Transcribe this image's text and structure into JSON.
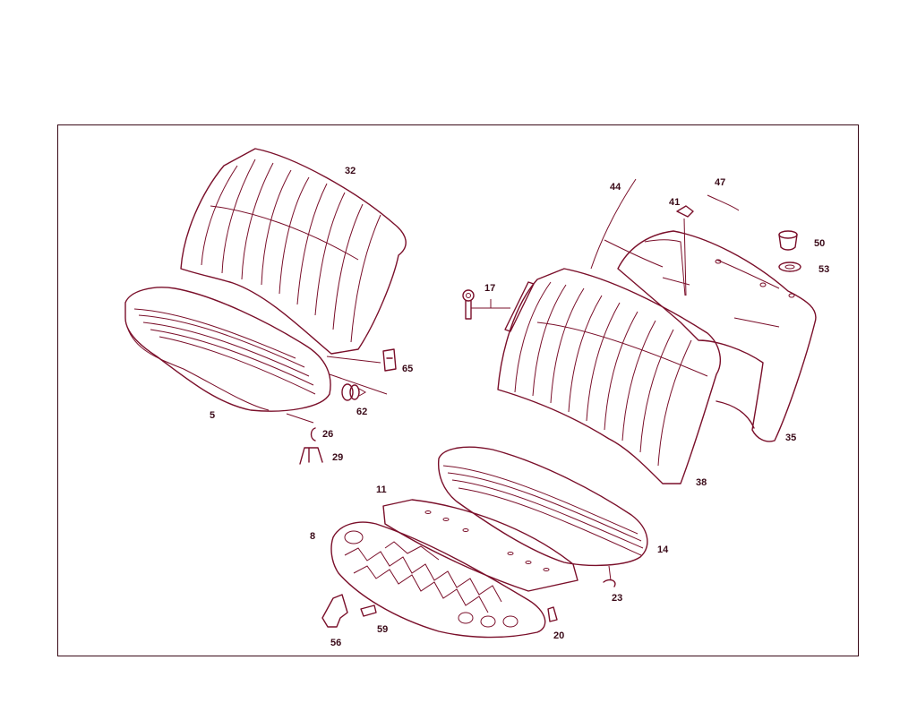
{
  "diagram": {
    "line_color": "#7a0f2a",
    "frame_color": "#3a0a18",
    "callouts": {
      "c32": "32",
      "c5": "5",
      "c65": "65",
      "c62": "62",
      "c26": "26",
      "c29": "29",
      "c44": "44",
      "c47": "47",
      "c41": "41",
      "c50": "50",
      "c53": "53",
      "c17": "17",
      "c35": "35",
      "c38": "38",
      "c11": "11",
      "c8": "8",
      "c14": "14",
      "c23": "23",
      "c20": "20",
      "c56": "56",
      "c59": "59"
    }
  }
}
